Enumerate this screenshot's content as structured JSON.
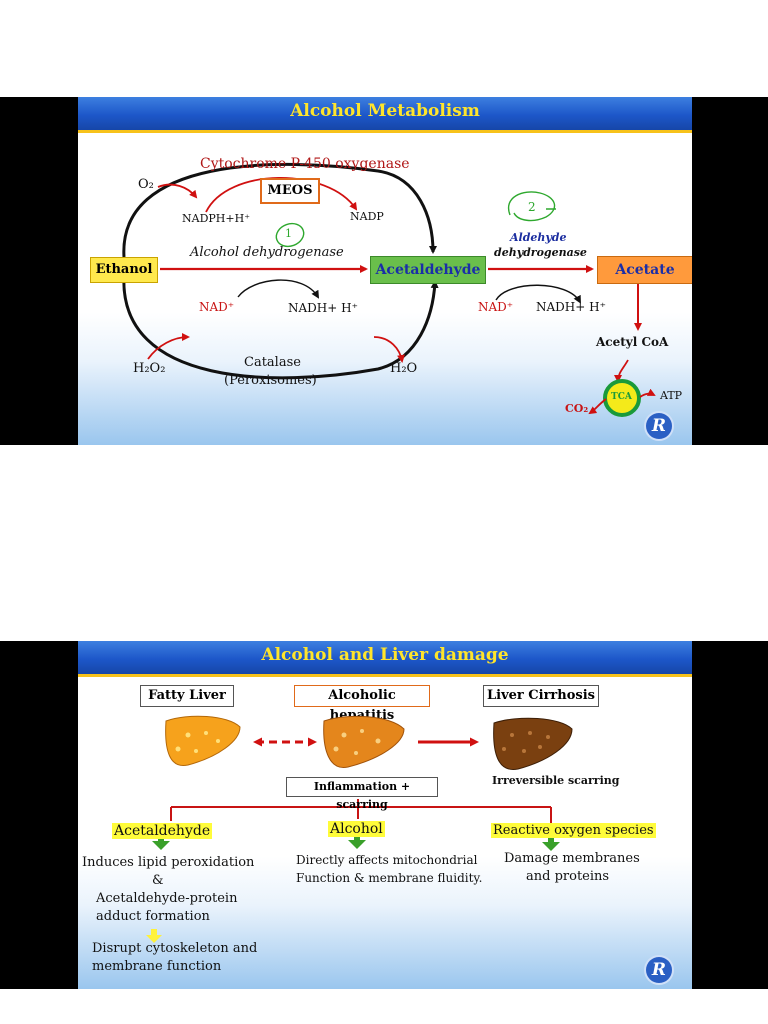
{
  "slide1": {
    "title": "Alcohol Metabolism",
    "cytochrome": "Cytochrome P-450 oxygenase",
    "o2": "O₂",
    "meos": "MEOS",
    "nadph": "NADPH+H⁺",
    "nadp": "NADP",
    "adh": "Alcohol dehydrogenase",
    "ethanol": "Ethanol",
    "acetaldehyde": "Acetaldehyde",
    "aldh_line1": "Aldehyde",
    "aldh_line2": "dehydrogenase",
    "acetate": "Acetate",
    "nad_left": "NAD⁺",
    "nadh_left": "NADH+ H⁺",
    "nad_right": "NAD⁺",
    "nadh_right": "NADH+ H⁺",
    "acetyl_coa": "Acetyl CoA",
    "h2o2": "H₂O₂",
    "catalase": "Catalase",
    "peroxisomes": "(Peroxisomes)",
    "h2o": "H₂O",
    "tca": "TCA",
    "atp": "ATP",
    "co2": "CO₂",
    "mark1": "1",
    "mark2": "2",
    "logo": "R"
  },
  "slide2": {
    "title": "Alcohol and Liver damage",
    "fatty_liver": "Fatty Liver",
    "hepatitis": "Alcoholic hepatitis",
    "cirrhosis": "Liver Cirrhosis",
    "inflammation": "Inflammation + scarring",
    "irreversible": "Irreversible scarring",
    "acetaldehyde": "Acetaldehyde",
    "alcohol": "Alcohol",
    "ros": "Reactive oxygen species",
    "acet_l1": "Induces lipid peroxidation",
    "acet_l2": "&",
    "acet_l3": "Acetaldehyde-protein",
    "acet_l4": "adduct formation",
    "acet_l5": "Disrupt cytoskeleton and",
    "acet_l6": "membrane function",
    "alc_l1": "Directly affects mitochondrial",
    "alc_l2": "Function & membrane fluidity.",
    "ros_l1": "Damage membranes",
    "ros_l2": "and proteins",
    "logo": "R"
  },
  "colors": {
    "title_bg": "#1d57c9",
    "title_text": "#ffe52b",
    "ethanol_box": "#ffe94d",
    "acetaldehyde_box": "#6abf4b",
    "acetate_box": "#ff9a3c",
    "arrow_red": "#d01010",
    "tca_ring": "#1a9a3a",
    "highlight": "#fffc3a",
    "handwriting": "#2ea82e"
  }
}
